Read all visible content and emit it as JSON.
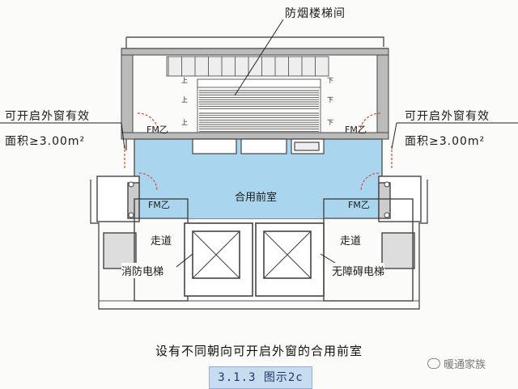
{
  "labels": {
    "stair": "防烟楼梯间",
    "window_left_1": "可开启外窗有效",
    "window_left_2": "面积≥3.00m²",
    "window_right_1": "可开启外窗有效",
    "window_right_2": "面积≥3.00m²",
    "lobby": "合用前室",
    "corridor_left": "走道",
    "corridor_right": "走道",
    "fire_elevator": "消防电梯",
    "accessible_elevator": "无障碍电梯",
    "door_stair_left": "FM乙",
    "door_stair_right": "FM乙",
    "door_corridor_left": "FM乙",
    "door_corridor_right": "FM乙",
    "up_1": "上",
    "up_2": "上",
    "up_3": "上",
    "down_1": "下",
    "down_2": "下",
    "down_3": "下"
  },
  "caption": "设有不同朝向可开启外窗的合用前室",
  "figure_no": "3.1.3 图示2c",
  "watermark": "暖通家族",
  "colors": {
    "lobby_fill": "#a9d6ee",
    "wall": "#555555",
    "door_arc": "#e0463b",
    "label_box": "#c8dcef"
  }
}
